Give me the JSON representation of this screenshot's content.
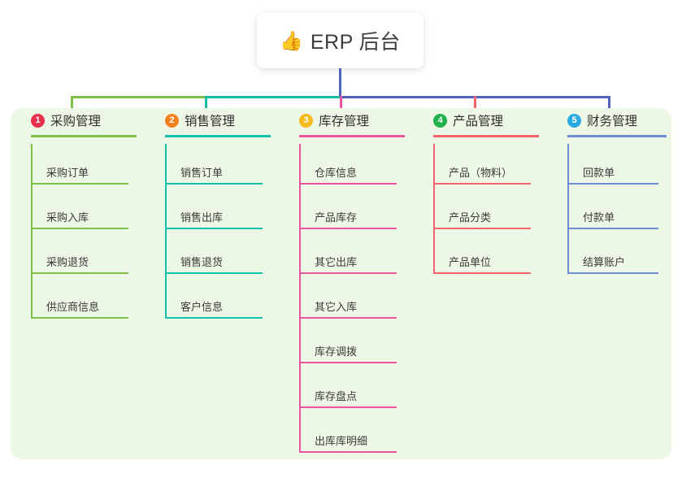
{
  "root": {
    "icon": "thumbs-up-icon",
    "icon_glyph": "👍",
    "label": "ERP 后台"
  },
  "palette": {
    "page_background": "#ffffff",
    "panel_background": "#edf7e5",
    "root_text": "#3c3c3c",
    "leaf_text": "#3a3a3a"
  },
  "connectors": {
    "trunk_color": "#4f62c0",
    "bar_segments": [
      {
        "name": "segment-green",
        "color": "#7dc242"
      },
      {
        "name": "segment-teal",
        "color": "#13bfa6"
      },
      {
        "name": "segment-blue",
        "color": "#4f62c0"
      }
    ]
  },
  "columns": [
    {
      "index": "1",
      "badge_number": "1",
      "badge_color": "#e8304f",
      "line_color": "#7dc242",
      "drop_color": "#7dc242",
      "title": "采购管理",
      "items": [
        {
          "label": "采购订单"
        },
        {
          "label": "采购入库"
        },
        {
          "label": "采购退货"
        },
        {
          "label": "供应商信息"
        }
      ]
    },
    {
      "index": "2",
      "badge_number": "2",
      "badge_color": "#f5821f",
      "line_color": "#13bfa6",
      "drop_color": "#13bfa6",
      "title": "销售管理",
      "items": [
        {
          "label": "销售订单"
        },
        {
          "label": "销售出库"
        },
        {
          "label": "销售退货"
        },
        {
          "label": "客户信息"
        }
      ]
    },
    {
      "index": "3",
      "badge_number": "3",
      "badge_color": "#f6b91a",
      "line_color": "#e8559f",
      "drop_color": "#e8559f",
      "title": "库存管理",
      "items": [
        {
          "label": "仓库信息"
        },
        {
          "label": "产品库存"
        },
        {
          "label": "其它出库"
        },
        {
          "label": "其它入库"
        },
        {
          "label": "库存调拨"
        },
        {
          "label": "库存盘点"
        },
        {
          "label": "出库库明细"
        }
      ]
    },
    {
      "index": "4",
      "badge_number": "4",
      "badge_color": "#22b14c",
      "line_color": "#f4646a",
      "drop_color": "#f4646a",
      "title": "产品管理",
      "items": [
        {
          "label": "产品（物料）"
        },
        {
          "label": "产品分类"
        },
        {
          "label": "产品单位"
        }
      ]
    },
    {
      "index": "5",
      "badge_number": "5",
      "badge_color": "#29abe2",
      "line_color": "#6f8ed8",
      "drop_color": "#4f62c0",
      "title": "财务管理",
      "items": [
        {
          "label": "回款单"
        },
        {
          "label": "付款单"
        },
        {
          "label": "结算账户"
        }
      ]
    }
  ]
}
